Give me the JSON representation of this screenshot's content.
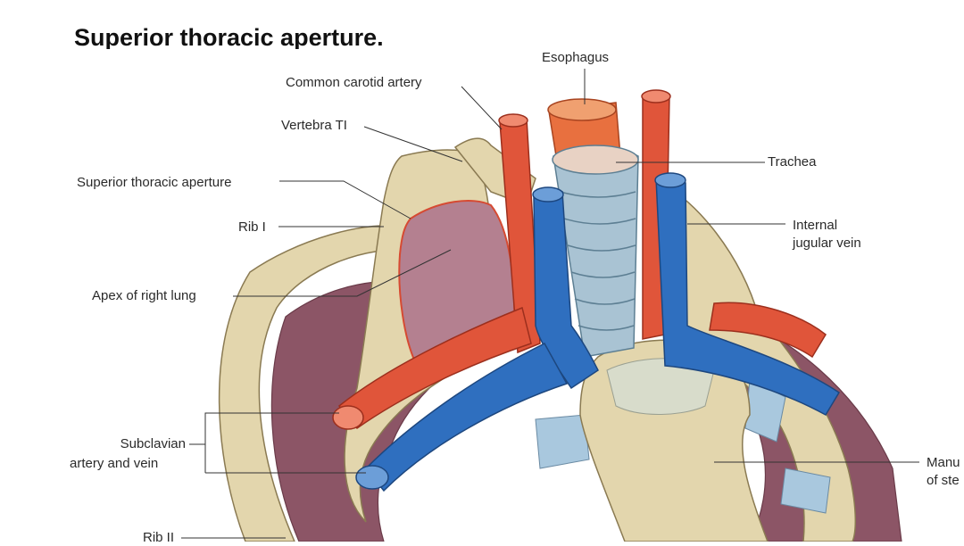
{
  "title": "Superior thoracic aperture.",
  "labels": {
    "esophagus": "Esophagus",
    "common_carotid": "Common carotid artery",
    "vertebra": "Vertebra TI",
    "trachea": "Trachea",
    "sup_aperture": "Superior thoracic aperture",
    "rib1": "Rib I",
    "internal_jugular_1": "Internal",
    "internal_jugular_2": "jugular vein",
    "apex_lung": "Apex of right lung",
    "subclavian_1": "Subclavian",
    "subclavian_2": "artery and vein",
    "manubrium_1": "Manu",
    "manubrium_2": "of ste",
    "rib2": "Rib II"
  },
  "colors": {
    "bone": "#e3d6ad",
    "bone_shadow": "#c9b98a",
    "lung": "#8c5566",
    "lung_light": "#b48090",
    "artery": "#e0553a",
    "vein": "#2f6fbf",
    "esophagus": "#e8703f",
    "trachea": "#a9c3d3",
    "cartilage": "#a9c8de"
  }
}
